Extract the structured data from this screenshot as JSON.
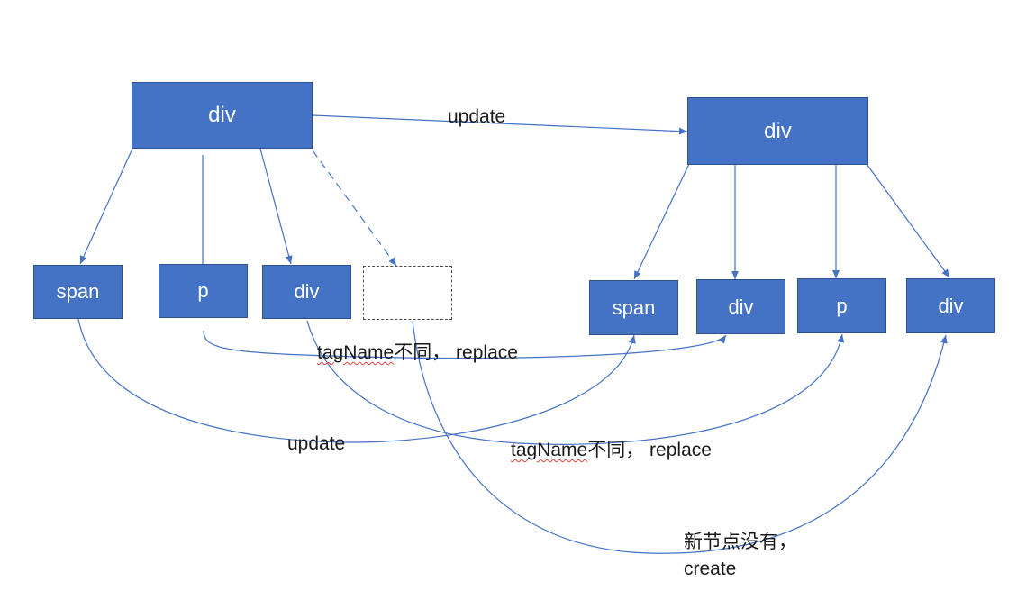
{
  "diagram": {
    "old_tree": {
      "root": "div",
      "children": [
        "span",
        "p",
        "div",
        ""
      ]
    },
    "new_tree": {
      "root": "div",
      "children": [
        "span",
        "div",
        "p",
        "div"
      ]
    },
    "labels": {
      "root_update": "update",
      "replace_1_tag": "tagName",
      "replace_1_rest": "不同， replace",
      "span_update": "update",
      "replace_2_tag": "tagName",
      "replace_2_rest": "不同， replace",
      "create_line1": "新节点没有，",
      "create_line2": "create"
    },
    "colors": {
      "node_fill": "#4472c4",
      "node_border": "#2f528f",
      "edge": "#4472c4",
      "spellcheck_underline": "#e0403a"
    }
  }
}
